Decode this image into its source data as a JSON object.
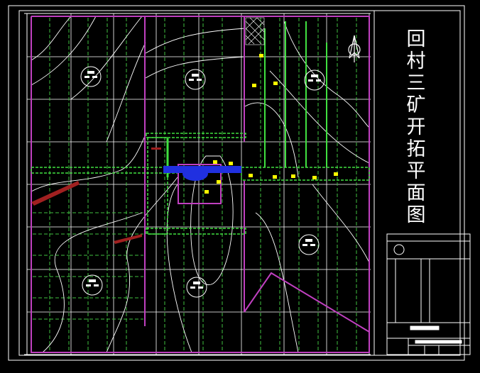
{
  "drawing": {
    "title_chars": [
      "回",
      "村",
      "三",
      "矿",
      "开",
      "拓",
      "平",
      "面",
      "图"
    ],
    "title": "回村三矿开拓平面图",
    "colors": {
      "background": "#000000",
      "frame": "#ffffff",
      "boundary": "#c040c0",
      "roadway": "#40e040",
      "dashed_grid": "#40c040",
      "workings": "#2030e0",
      "markers": "#ffff00",
      "fault": "#a02020"
    },
    "icons": [
      "north-arrow-icon",
      "borehole-symbol-icon"
    ]
  }
}
